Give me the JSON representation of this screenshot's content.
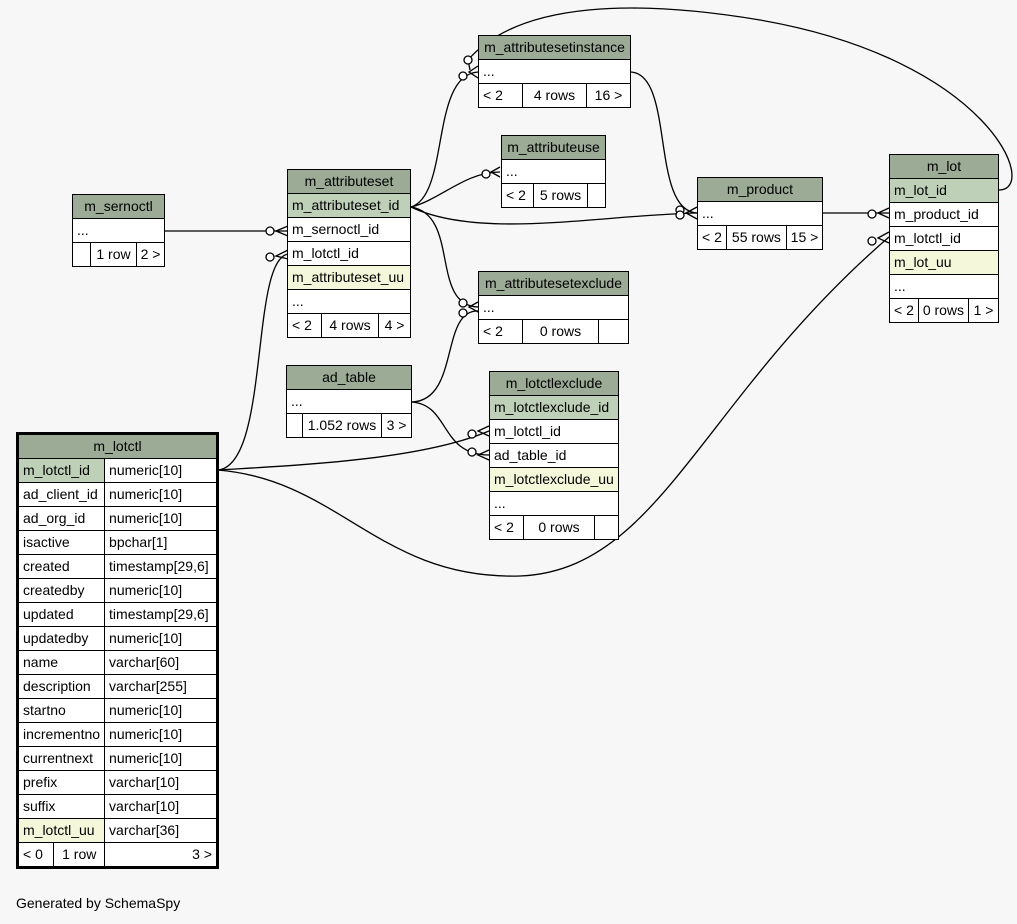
{
  "tables": {
    "m_attributesetinstance": {
      "name": "m_attributesetinstance",
      "more": "...",
      "parents": "< 2",
      "rows": "4 rows",
      "children": "16 >"
    },
    "m_attributeuse": {
      "name": "m_attributeuse",
      "more": "...",
      "parents": "< 2",
      "rows": "5 rows",
      "children": ""
    },
    "m_sernoctl": {
      "name": "m_sernoctl",
      "more": "...",
      "parents": "",
      "rows": "1 row",
      "children": "2 >"
    },
    "m_attributeset": {
      "name": "m_attributeset",
      "columns": [
        "m_attributeset_id",
        "m_sernoctl_id",
        "m_lotctl_id",
        "m_attributeset_uu",
        "..."
      ],
      "parents": "< 2",
      "rows": "4 rows",
      "children": "4 >"
    },
    "m_product": {
      "name": "m_product",
      "more": "...",
      "parents": "< 2",
      "rows": "55 rows",
      "children": "15 >"
    },
    "m_lot": {
      "name": "m_lot",
      "columns": [
        "m_lot_id",
        "m_product_id",
        "m_lotctl_id",
        "m_lot_uu",
        "..."
      ],
      "parents": "< 2",
      "rows": "0 rows",
      "children": "1 >"
    },
    "m_attributesetexclude": {
      "name": "m_attributesetexclude",
      "more": "...",
      "parents": "< 2",
      "rows": "0 rows",
      "children": ""
    },
    "ad_table": {
      "name": "ad_table",
      "more": "...",
      "parents": "",
      "rows": "1.052 rows",
      "children": "3 >"
    },
    "m_lotctlexclude": {
      "name": "m_lotctlexclude",
      "columns": [
        "m_lotctlexclude_id",
        "m_lotctl_id",
        "ad_table_id",
        "m_lotctlexclude_uu",
        "..."
      ],
      "parents": "< 2",
      "rows": "0 rows",
      "children": ""
    },
    "m_lotctl": {
      "name": "m_lotctl",
      "columns": [
        {
          "name": "m_lotctl_id",
          "type": "numeric[10]"
        },
        {
          "name": "ad_client_id",
          "type": "numeric[10]"
        },
        {
          "name": "ad_org_id",
          "type": "numeric[10]"
        },
        {
          "name": "isactive",
          "type": "bpchar[1]"
        },
        {
          "name": "created",
          "type": "timestamp[29,6]"
        },
        {
          "name": "createdby",
          "type": "numeric[10]"
        },
        {
          "name": "updated",
          "type": "timestamp[29,6]"
        },
        {
          "name": "updatedby",
          "type": "numeric[10]"
        },
        {
          "name": "name",
          "type": "varchar[60]"
        },
        {
          "name": "description",
          "type": "varchar[255]"
        },
        {
          "name": "startno",
          "type": "numeric[10]"
        },
        {
          "name": "incrementno",
          "type": "numeric[10]"
        },
        {
          "name": "currentnext",
          "type": "numeric[10]"
        },
        {
          "name": "prefix",
          "type": "varchar[10]"
        },
        {
          "name": "suffix",
          "type": "varchar[10]"
        },
        {
          "name": "m_lotctl_uu",
          "type": "varchar[36]"
        }
      ],
      "parents": "< 0",
      "rows": "1 row",
      "children": "3 >"
    }
  },
  "footer": "Generated by SchemaSpy",
  "colors": {
    "header": "#9bab96",
    "primary_key": "#bed1b8",
    "unique": "#f4f7da",
    "background": "#f7f7f7"
  }
}
